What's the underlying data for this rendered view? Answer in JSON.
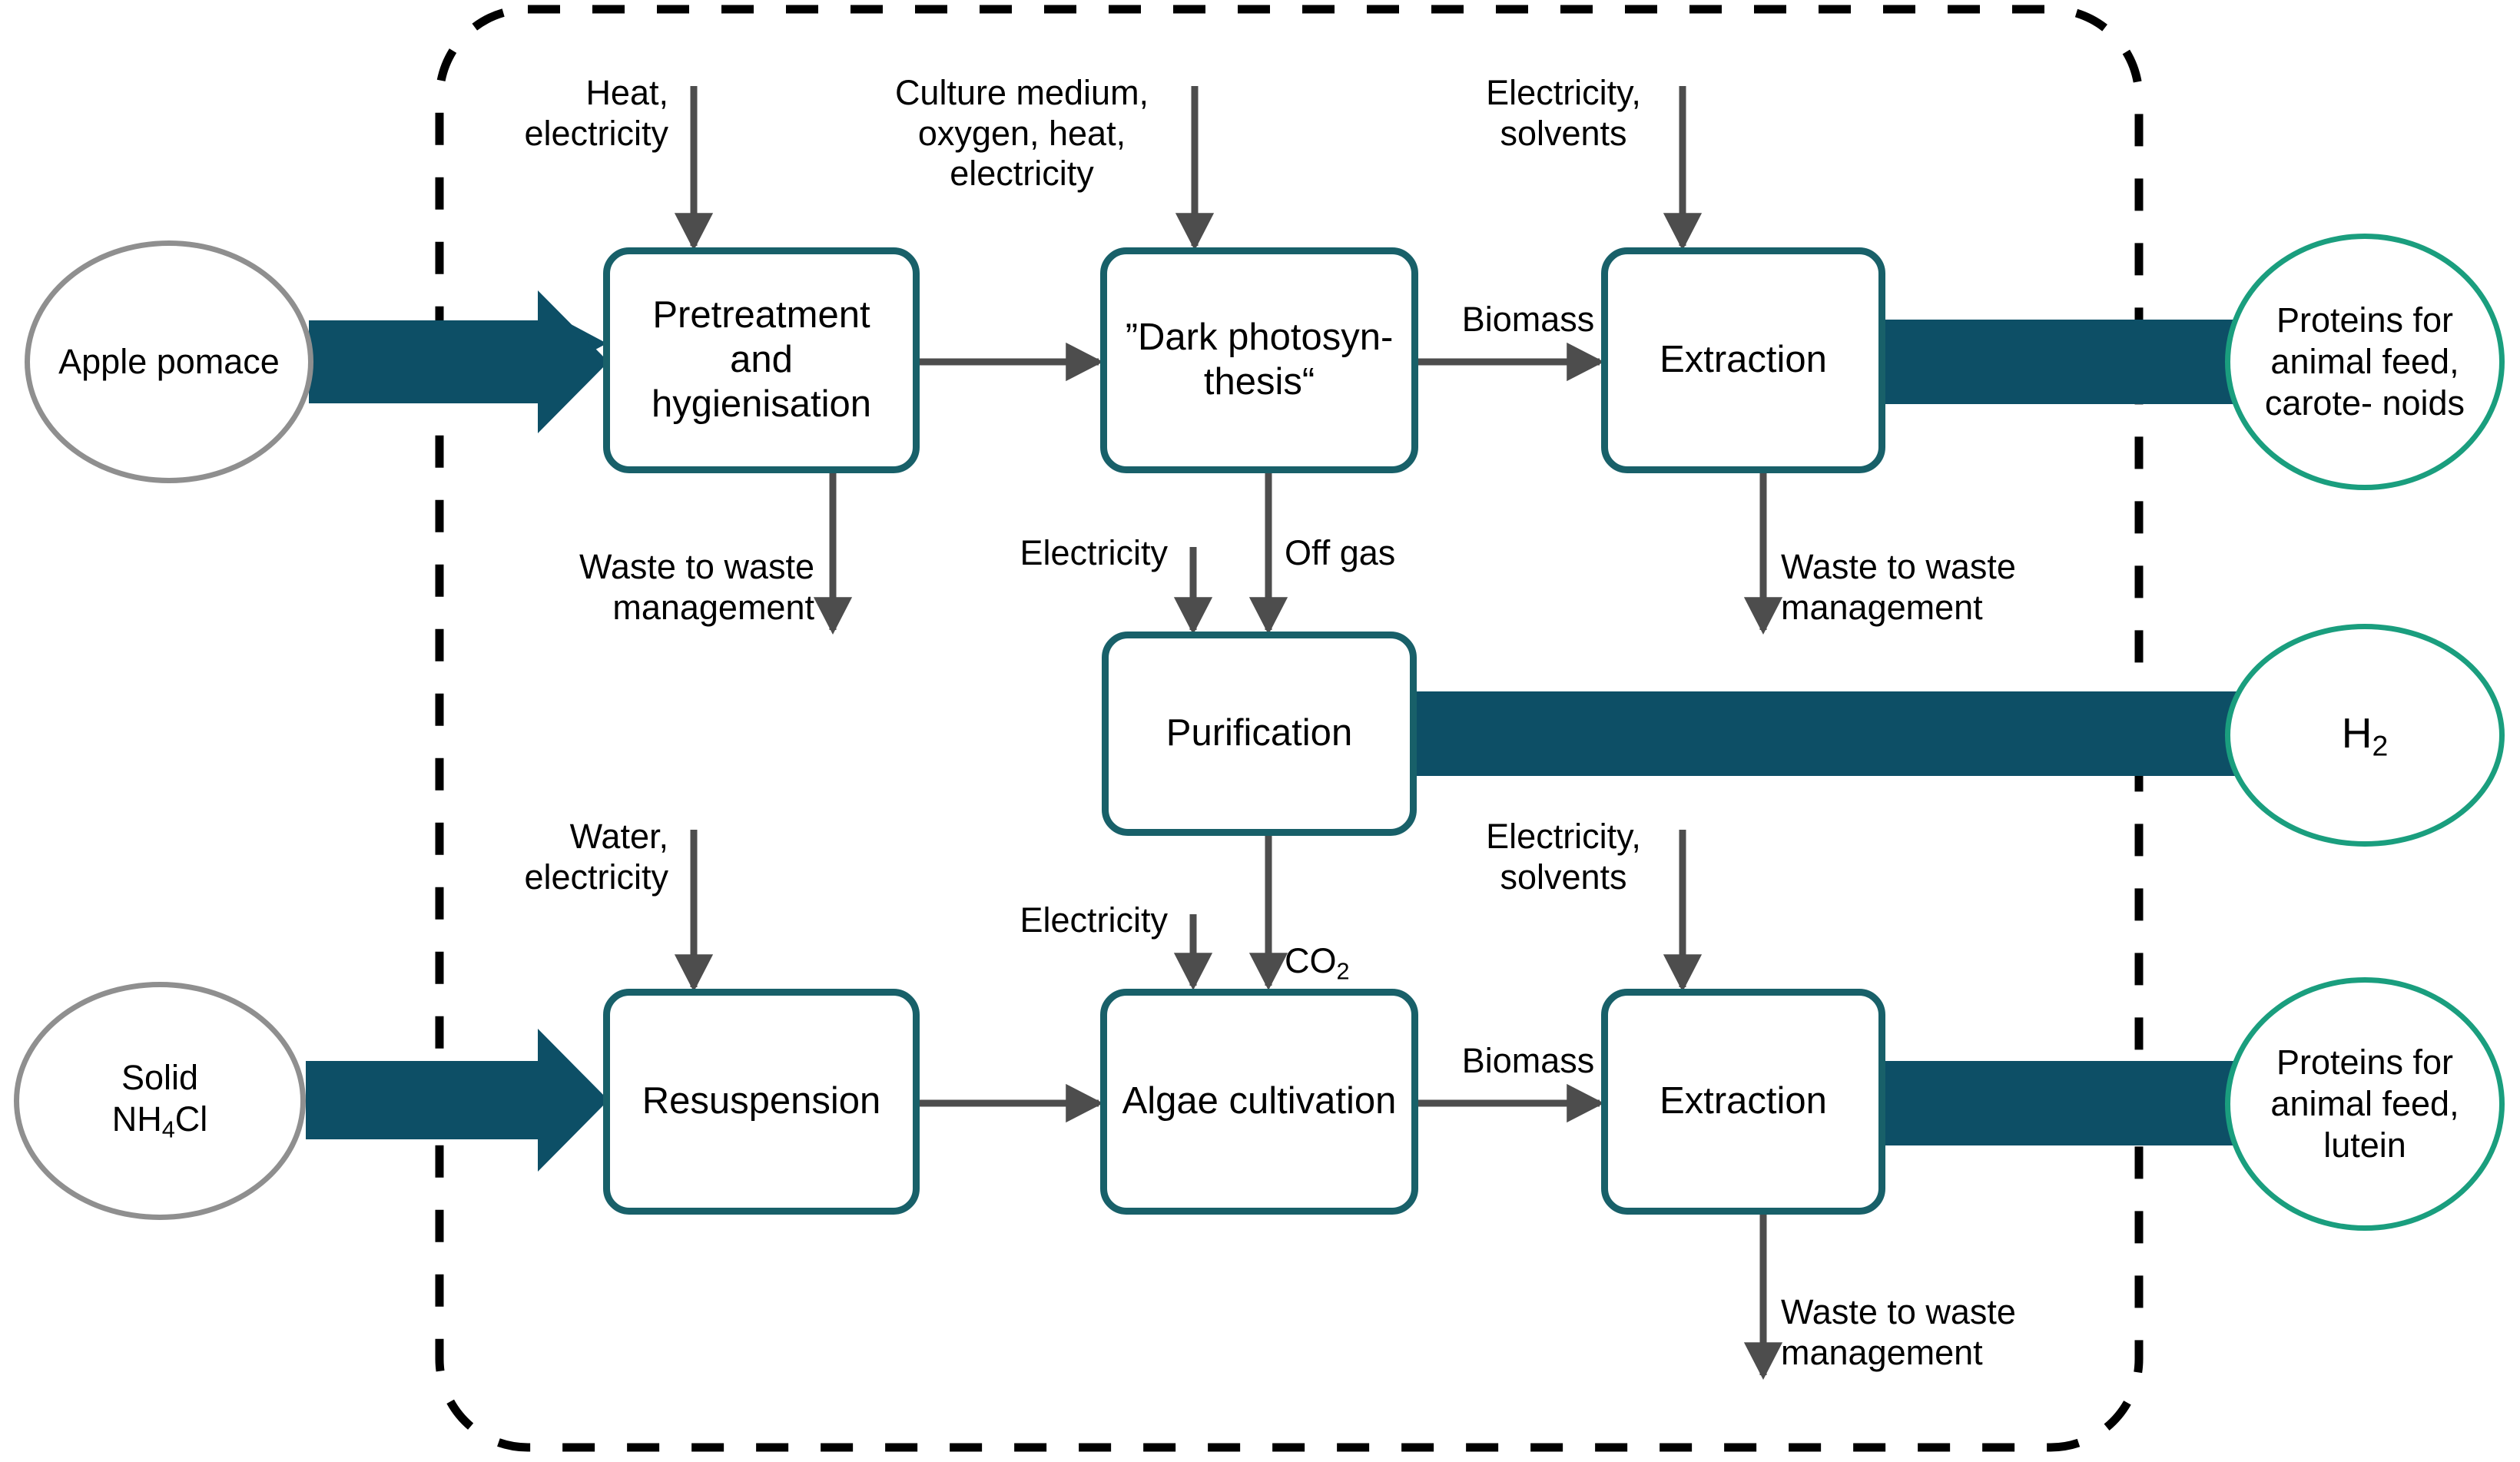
{
  "diagram": {
    "title": "Apple pomace biorefinery process flow",
    "colors": {
      "process_border": "#186069",
      "input_ellipse_border": "#8f8f8f",
      "output_ellipse_border": "#1a9e7e",
      "product_arrow": "#0d4f66",
      "flow_arrow": "#4d4d4d",
      "system_boundary": "#000000",
      "background": "#ffffff"
    },
    "system_boundary": {
      "style": "dashed",
      "shape": "rounded-rectangle"
    }
  },
  "inputs": [
    {
      "id": "apple-pomace",
      "label": "Apple\npomace"
    },
    {
      "id": "solid-nh4cl",
      "label": "Solid\nNH₄Cl",
      "label_main": "Solid",
      "label_formula_pre": "NH",
      "label_formula_sub": "4",
      "label_formula_post": "Cl"
    }
  ],
  "processes": [
    {
      "id": "pretreatment",
      "label": "Pretreatment\nand\nhygienisation"
    },
    {
      "id": "dark-photosynthesis",
      "label": "”Dark\nphotosyn-\nthesis“"
    },
    {
      "id": "extraction-top",
      "label": "Extraction"
    },
    {
      "id": "purification",
      "label": "Purification"
    },
    {
      "id": "resuspension",
      "label": "Resuspension"
    },
    {
      "id": "algae-cultivation",
      "label": "Algae\ncultivation"
    },
    {
      "id": "extraction-bottom",
      "label": "Extraction"
    }
  ],
  "outputs": [
    {
      "id": "proteins-carotenoids",
      "label": "Proteins\nfor animal\nfeed,\ncarote-\nnoids"
    },
    {
      "id": "hydrogen",
      "label": "H₂",
      "label_main": "H",
      "label_sub": "2"
    },
    {
      "id": "proteins-lutein",
      "label": "Proteins\nfor animal\nfeed,\nlutein"
    }
  ],
  "resource_inputs": [
    {
      "id": "heat-electricity-pretreatment",
      "label": "Heat,\nelectricity",
      "target": "pretreatment"
    },
    {
      "id": "culture-medium-dark-photo",
      "label": "Culture medium,\noxygen, heat,\nelectricity",
      "target": "dark-photosynthesis"
    },
    {
      "id": "electricity-solvents-top",
      "label": "Electricity,\nsolvents",
      "target": "extraction-top"
    },
    {
      "id": "electricity-purification",
      "label": "Electricity",
      "target": "purification"
    },
    {
      "id": "water-electricity-resuspension",
      "label": "Water,\nelectricity",
      "target": "resuspension"
    },
    {
      "id": "electricity-algae",
      "label": "Electricity",
      "target": "algae-cultivation"
    },
    {
      "id": "electricity-solvents-bottom",
      "label": "Electricity,\nsolvents",
      "target": "extraction-bottom"
    }
  ],
  "stream_labels": [
    {
      "id": "biomass-top",
      "label": "Biomass"
    },
    {
      "id": "off-gas",
      "label": "Off gas"
    },
    {
      "id": "co2",
      "label": "CO₂",
      "label_main": "CO",
      "label_sub": "2"
    },
    {
      "id": "biomass-bottom",
      "label": "Biomass"
    }
  ],
  "waste_outputs": [
    {
      "id": "waste-pretreatment",
      "label": "Waste to waste\nmanagement"
    },
    {
      "id": "waste-extraction-top",
      "label": "Waste to waste\nmanagement"
    },
    {
      "id": "waste-extraction-bottom",
      "label": "Waste to waste\nmanagement"
    }
  ]
}
